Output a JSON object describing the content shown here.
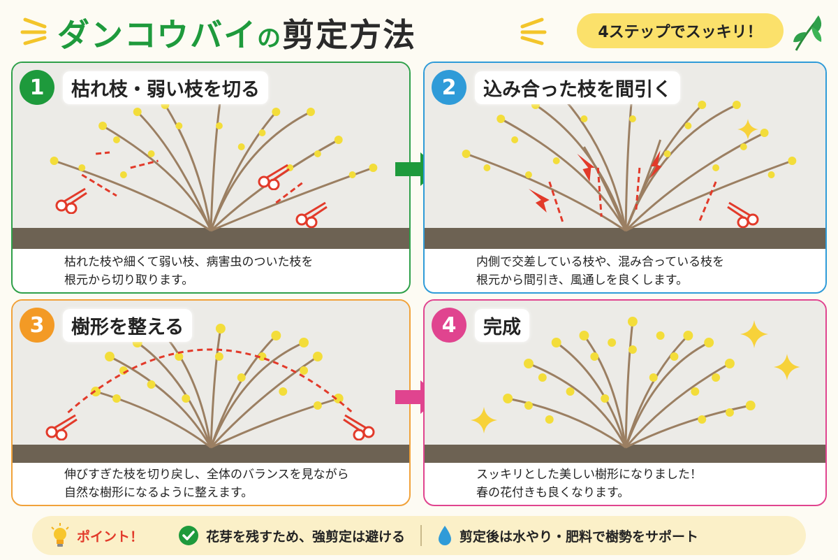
{
  "header": {
    "title_part1": "ダンコウバイ",
    "title_no": "の",
    "title_part2": "剪定方法",
    "badge": "4ステップでスッキリ！"
  },
  "steps": [
    {
      "number": "1",
      "title": "枯れ枝・弱い枝を切る",
      "caption_line1": "枯れた枝や細くて弱い枝、病害虫のついた枝を",
      "caption_line2": "根元から切り取ります。"
    },
    {
      "number": "2",
      "title": "込み合った枝を間引く",
      "caption_line1": "内側で交差している枝や、混み合っている枝を",
      "caption_line2": "根元から間引き、風通しを良くします。"
    },
    {
      "number": "3",
      "title": "樹形を整える",
      "caption_line1": "伸びすぎた枝を切り戻し、全体のバランスを見ながら",
      "caption_line2": "自然な樹形になるように整えます。"
    },
    {
      "number": "4",
      "title": "完成",
      "caption_line1": "スッキリとした美しい樹形になりました！",
      "caption_line2": "春の花付きも良くなります。"
    }
  ],
  "point": {
    "label": "ポイント！",
    "tip1": "花芽を残すため、強剪定は避ける",
    "tip2": "剪定後は水やり・肥料で樹勢をサポート"
  },
  "colors": {
    "green": "#1e9a3c",
    "blue": "#2f9bd8",
    "orange": "#f39a25",
    "pink": "#e0448f",
    "red": "#e23a2a",
    "flower": "#f3dd3a"
  }
}
